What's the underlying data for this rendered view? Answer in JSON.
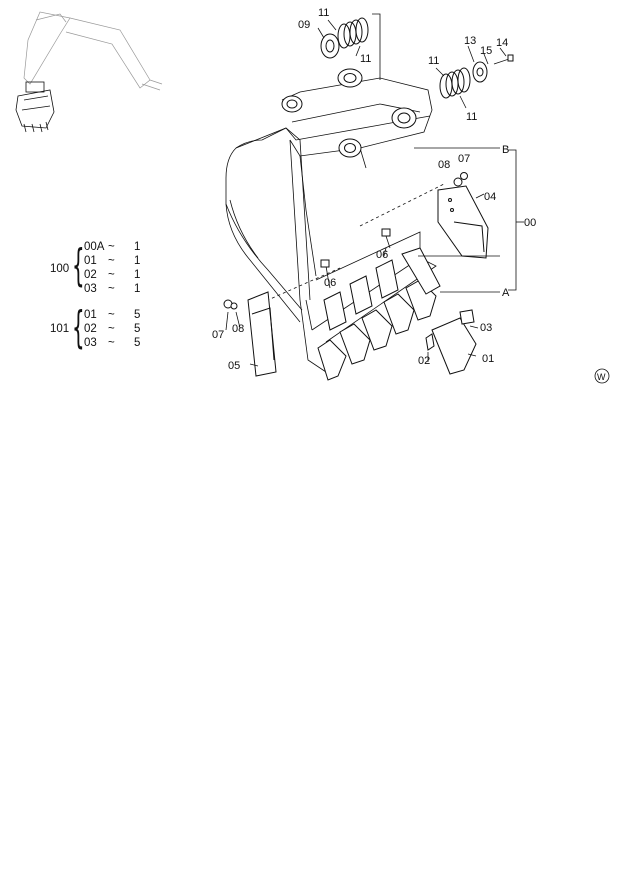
{
  "callouts": {
    "c11a": "11",
    "c09": "09",
    "c11b": "11",
    "c11c": "11",
    "c13": "13",
    "c15": "15",
    "c14": "14",
    "c11d": "11",
    "cB": "B",
    "c08a": "08",
    "c07a": "07",
    "c04": "04",
    "c00": "00",
    "c06a": "06",
    "c06b": "06",
    "cA": "A",
    "c03": "03",
    "c07b": "07",
    "c08b": "08",
    "c02": "02",
    "c01": "01",
    "c05": "05"
  },
  "watermark": "W",
  "parts_table": {
    "group100": {
      "label": "100",
      "rows": [
        {
          "part": "00A",
          "sep": "~",
          "qty": "1"
        },
        {
          "part": "01",
          "sep": "~",
          "qty": "1"
        },
        {
          "part": "02",
          "sep": "~",
          "qty": "1"
        },
        {
          "part": "03",
          "sep": "~",
          "qty": "1"
        }
      ]
    },
    "group101": {
      "label": "101",
      "rows": [
        {
          "part": "01",
          "sep": "~",
          "qty": "5"
        },
        {
          "part": "02",
          "sep": "~",
          "qty": "5"
        },
        {
          "part": "03",
          "sep": "~",
          "qty": "5"
        }
      ]
    }
  }
}
